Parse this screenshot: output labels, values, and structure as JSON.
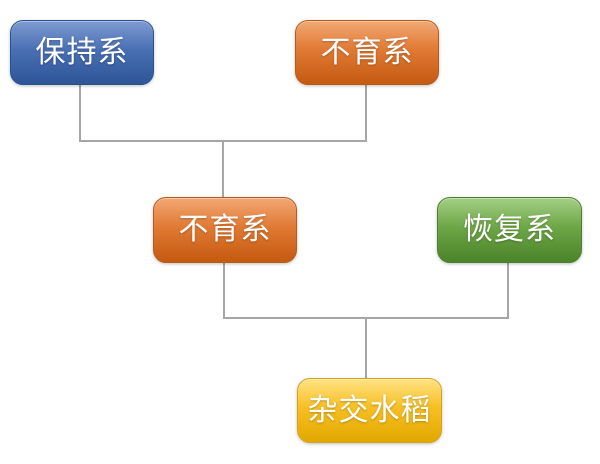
{
  "diagram": {
    "title": "hybrid-rice-breeding-flowchart",
    "background_color": "#ffffff",
    "connector_color": "#a6a6a6",
    "nodes": [
      {
        "id": "maintainer-line",
        "label": "保持系",
        "color": "blue",
        "color_top": "#7e9bd1",
        "color_bottom": "#2d5597",
        "row": "top",
        "position": "left"
      },
      {
        "id": "sterile-line-top",
        "label": "不育系",
        "color": "orange",
        "color_top": "#f2a874",
        "color_bottom": "#c55a11",
        "row": "top",
        "position": "right"
      },
      {
        "id": "sterile-line-middle",
        "label": "不育系",
        "color": "orange",
        "color_top": "#f2a874",
        "color_bottom": "#c55a11",
        "row": "middle",
        "position": "left"
      },
      {
        "id": "restorer-line",
        "label": "恢复系",
        "color": "green",
        "color_top": "#a5cf86",
        "color_bottom": "#4b8429",
        "row": "middle",
        "position": "right"
      },
      {
        "id": "hybrid-rice",
        "label": "杂交水稻",
        "color": "yellow",
        "color_top": "#ffe385",
        "color_bottom": "#e2a800",
        "row": "bottom",
        "position": "center"
      }
    ],
    "edges": [
      {
        "from": "maintainer-line",
        "to": "sterile-line-middle"
      },
      {
        "from": "sterile-line-top",
        "to": "sterile-line-middle"
      },
      {
        "from": "sterile-line-middle",
        "to": "hybrid-rice"
      },
      {
        "from": "restorer-line",
        "to": "hybrid-rice"
      }
    ]
  }
}
